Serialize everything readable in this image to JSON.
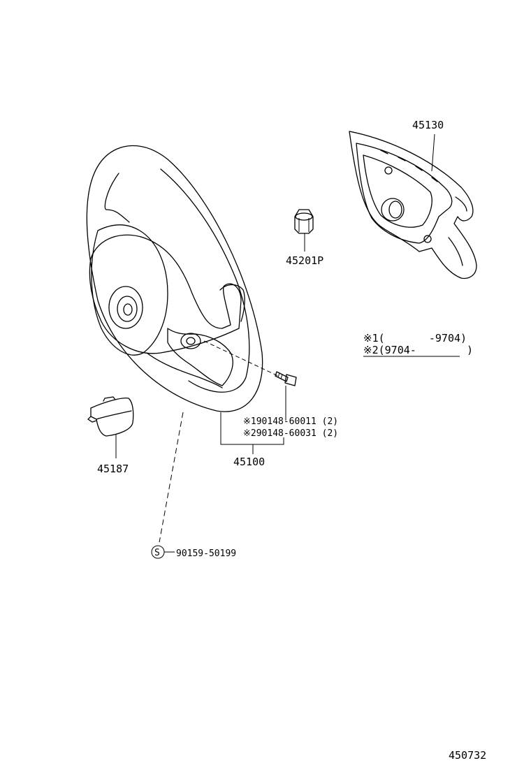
{
  "parts": {
    "pad": "45130",
    "nut": "45201P",
    "cover": "45187",
    "wheel": "45100",
    "screw": "90159-50199",
    "screw_symbol": "S",
    "bolt_1": "※190148-60011 (2)",
    "bolt_2": "※290148-60031 (2)"
  },
  "legend": {
    "line_1": "※1(       -9704)",
    "line_2": "※2(9704-        )"
  },
  "diagram_number": "450732"
}
